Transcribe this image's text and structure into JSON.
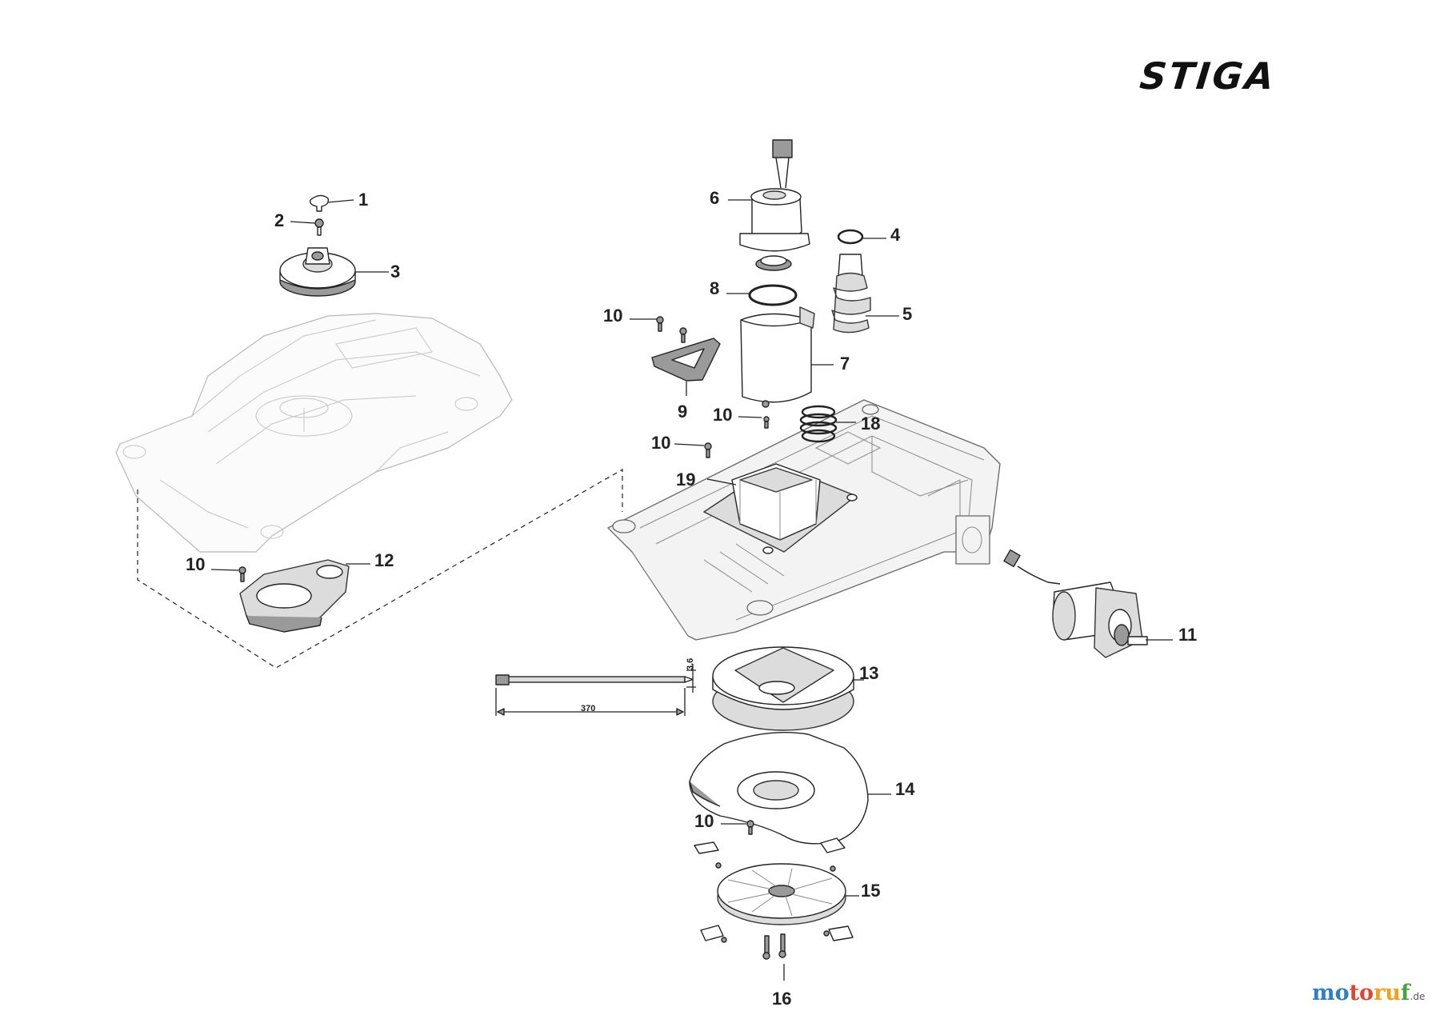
{
  "brand": {
    "logo_text": "STIGA"
  },
  "watermark": {
    "name_a": "mo",
    "name_b": "to",
    "name_c": "ru",
    "name_d": "f",
    "tld": ".de"
  },
  "tie_dimensions": {
    "length": "370",
    "width": "3.6"
  },
  "callouts": [
    {
      "part": "1",
      "label": "1"
    },
    {
      "part": "2",
      "label": "2"
    },
    {
      "part": "3",
      "label": "3"
    },
    {
      "part": "4",
      "label": "4"
    },
    {
      "part": "5",
      "label": "5"
    },
    {
      "part": "6",
      "label": "6"
    },
    {
      "part": "7",
      "label": "7"
    },
    {
      "part": "8",
      "label": "8"
    },
    {
      "part": "9",
      "label": "9"
    },
    {
      "part": "10",
      "label": "10"
    },
    {
      "part": "10",
      "label": "10"
    },
    {
      "part": "10",
      "label": "10"
    },
    {
      "part": "10",
      "label": "10"
    },
    {
      "part": "10",
      "label": "10"
    },
    {
      "part": "11",
      "label": "11"
    },
    {
      "part": "12",
      "label": "12"
    },
    {
      "part": "13",
      "label": "13"
    },
    {
      "part": "14",
      "label": "14"
    },
    {
      "part": "15",
      "label": "15"
    },
    {
      "part": "16",
      "label": "16"
    },
    {
      "part": "18",
      "label": "18"
    },
    {
      "part": "19",
      "label": "19"
    }
  ],
  "colors": {
    "line": "#222222",
    "ghost": "#b8b8b8",
    "fill_grey": "#dcdcdc"
  }
}
